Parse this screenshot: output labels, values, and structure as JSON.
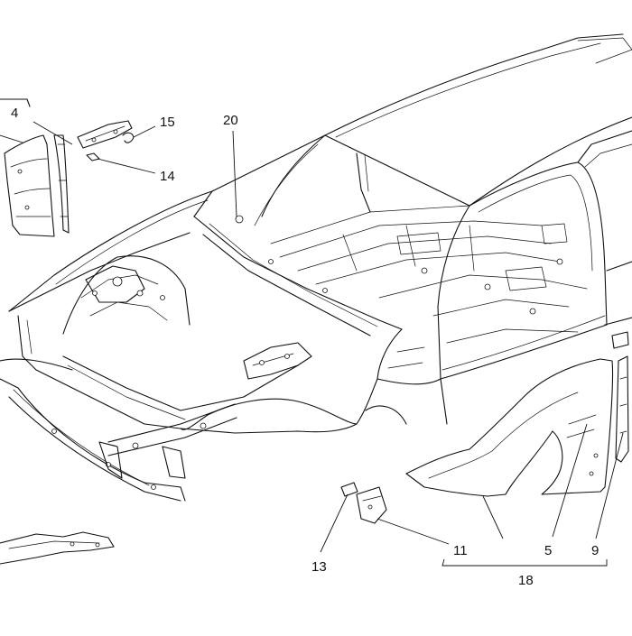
{
  "callouts": {
    "c4": "4",
    "c15": "15",
    "c14": "14",
    "c20": "20",
    "c13": "13",
    "c11": "11",
    "c5": "5",
    "c9": "9",
    "c18": "18"
  }
}
